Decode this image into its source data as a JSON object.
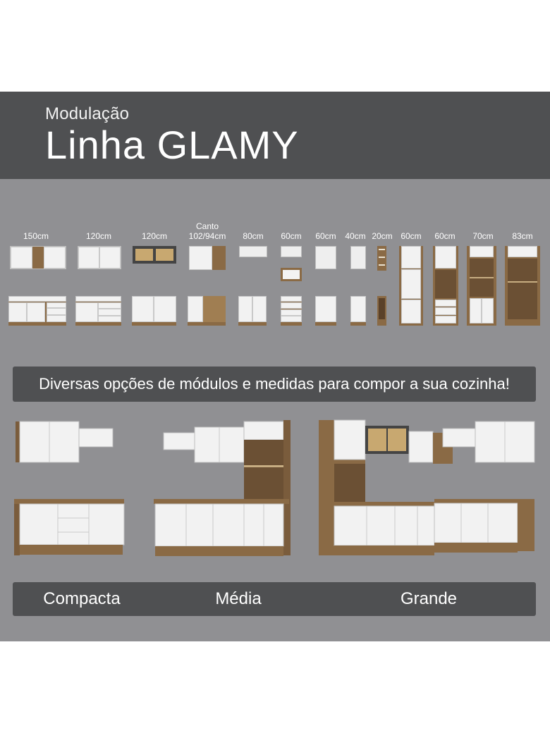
{
  "header": {
    "subtitle": "Modulação",
    "title": "Linha GLAMY"
  },
  "modules": [
    {
      "label": "150cm"
    },
    {
      "label": "120cm"
    },
    {
      "label": "120cm"
    },
    {
      "label": "Canto\n102/94cm"
    },
    {
      "label": "80cm"
    },
    {
      "label": "60cm"
    },
    {
      "label": "60cm"
    },
    {
      "label": "40cm"
    },
    {
      "label": "20cm"
    },
    {
      "label": "60cm"
    },
    {
      "label": "60cm"
    },
    {
      "label": "70cm"
    },
    {
      "label": "83cm"
    }
  ],
  "banner": {
    "text": "Diversas opções de módulos e medidas para compor a sua cozinha!"
  },
  "kitchens": [
    {
      "label": "Compacta"
    },
    {
      "label": "Média"
    },
    {
      "label": "Grande"
    }
  ],
  "colors": {
    "panel": "#909093",
    "header": "#4f5052",
    "white_finish": "#eeeeee",
    "wood_finish": "#8a6a45"
  }
}
